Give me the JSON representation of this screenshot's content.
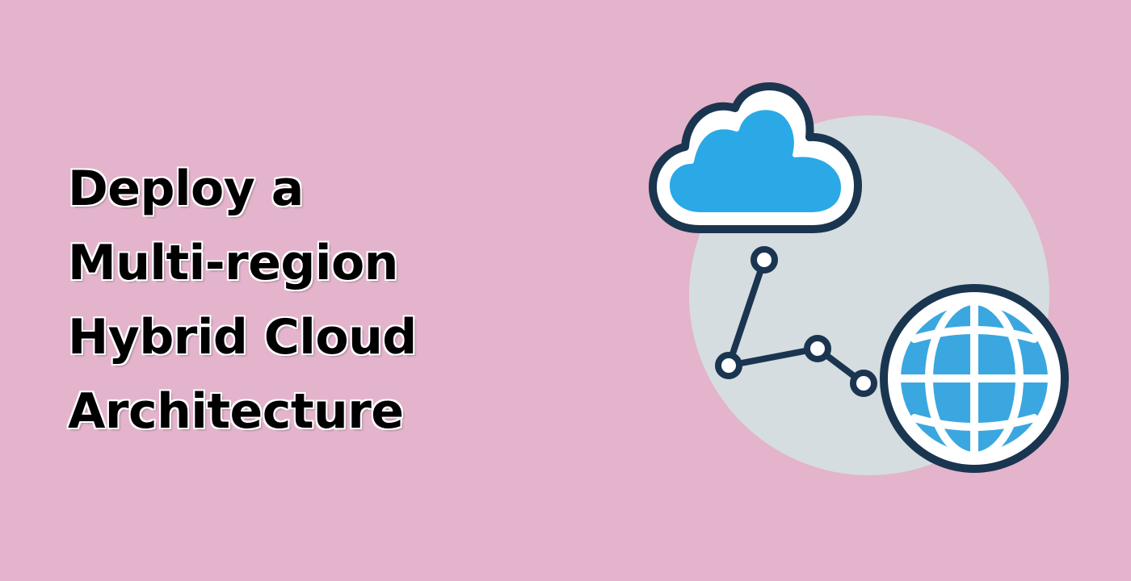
{
  "title_lines": [
    "Deploy a",
    "Multi-region",
    "Hybrid Cloud",
    "Architecture"
  ],
  "colors": {
    "background": "#e3b4cc",
    "backdrop_circle": "#d5dde0",
    "outline": "#1a3550",
    "fill_blue": "#2ba9e6",
    "globe_blue": "#3aa7e0",
    "white": "#ffffff"
  },
  "illustration": {
    "icons": [
      "cloud-icon",
      "globe-icon",
      "network-path-icon"
    ]
  }
}
